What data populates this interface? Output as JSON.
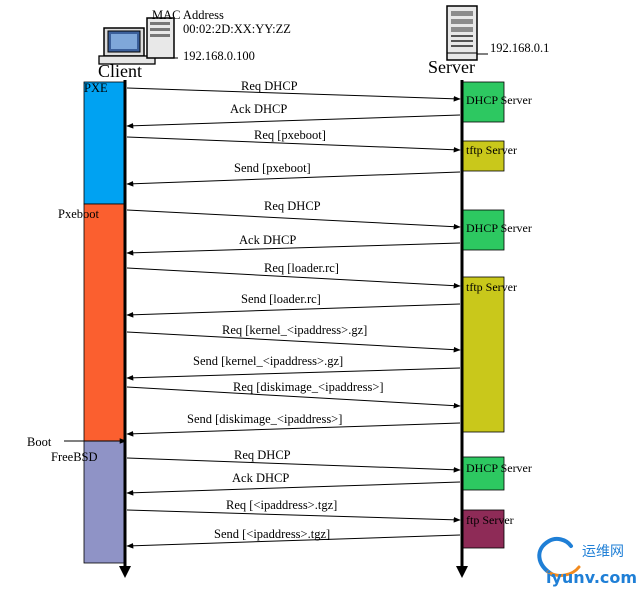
{
  "client": {
    "title": "Client",
    "mac_label": "MAC Address",
    "mac_value": "00:02:2D:XX:YY:ZZ",
    "ip": "192.168.0.100",
    "icon": "computer-icon"
  },
  "server": {
    "title": "Server",
    "ip": "192.168.0.1",
    "icon": "server-tower-icon"
  },
  "phases": [
    {
      "label": "PXE",
      "color": "#00a2f2"
    },
    {
      "label": "Pxeboot",
      "color": "#fb5f2f"
    },
    {
      "label": "Boot"
    },
    {
      "label": "FreeBSD",
      "color": "#8f93c6"
    }
  ],
  "server_boxes": [
    {
      "label": "DHCP Server",
      "color": "#2dc861"
    },
    {
      "label": "tftp Server",
      "color": "#c9c81b"
    },
    {
      "label": "DHCP Server",
      "color": "#2dc861"
    },
    {
      "label": "tftp Server",
      "color": "#c9c81b"
    },
    {
      "label": "DHCP Server",
      "color": "#2dc861"
    },
    {
      "label": "ftp Server",
      "color": "#8e2b57"
    }
  ],
  "messages": [
    {
      "label": "Req DHCP",
      "dir": "to-server"
    },
    {
      "label": "Ack DHCP",
      "dir": "to-client"
    },
    {
      "label": "Req [pxeboot]",
      "dir": "to-server"
    },
    {
      "label": "Send [pxeboot]",
      "dir": "to-client"
    },
    {
      "label": "Req DHCP",
      "dir": "to-server"
    },
    {
      "label": "Ack DHCP",
      "dir": "to-client"
    },
    {
      "label": "Req [loader.rc]",
      "dir": "to-server"
    },
    {
      "label": "Send [loader.rc]",
      "dir": "to-client"
    },
    {
      "label": "Req [kernel_<ipaddress>.gz]",
      "dir": "to-server"
    },
    {
      "label": "Send [kernel_<ipaddress>.gz]",
      "dir": "to-client"
    },
    {
      "label": "Req [diskimage_<ipaddress>]",
      "dir": "to-server"
    },
    {
      "label": "Send [diskimage_<ipaddress>]",
      "dir": "to-client"
    },
    {
      "label": "Req DHCP",
      "dir": "to-server"
    },
    {
      "label": "Ack DHCP",
      "dir": "to-client"
    },
    {
      "label": "Req [<ipaddress>.tgz]",
      "dir": "to-server"
    },
    {
      "label": "Send [<ipaddress>.tgz]",
      "dir": "to-client"
    }
  ],
  "watermark": {
    "cn": "运维网",
    "url": "iyunv.com",
    "colors": {
      "blue": "#1f7fd6",
      "orange": "#f28a1e"
    }
  }
}
